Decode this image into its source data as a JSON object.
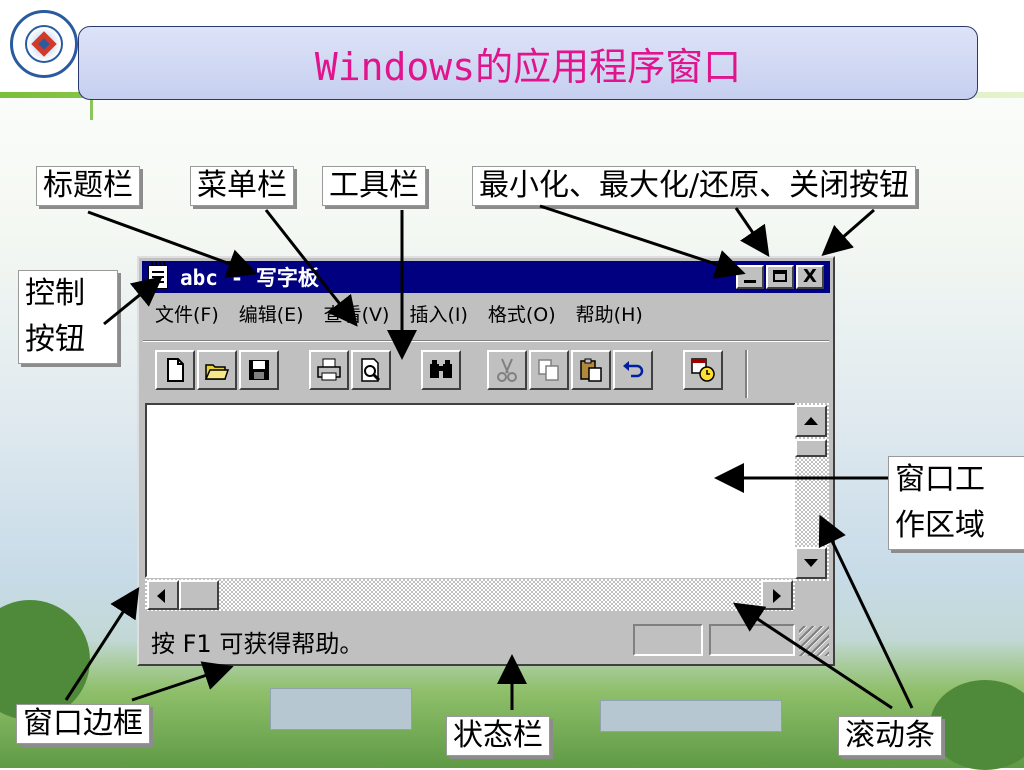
{
  "slide": {
    "title": "Windows的应用程序窗口"
  },
  "labels": {
    "title_bar": "标题栏",
    "menu_bar": "菜单栏",
    "toolbar": "工具栏",
    "window_buttons": "最小化、最大化/还原、关闭按钮",
    "control_button_line1": "控制",
    "control_button_line2": "按钮",
    "work_area_line1": "窗口工",
    "work_area_line2": "作区域",
    "window_border": "窗口边框",
    "status_bar": "状态栏",
    "scroll_bar": "滚动条"
  },
  "window": {
    "title": "abc - 写字板",
    "close_glyph": "X",
    "menu": [
      {
        "label": "文件(F)"
      },
      {
        "label": "编辑(E)"
      },
      {
        "label": "查看(V)"
      },
      {
        "label": "插入(I)"
      },
      {
        "label": "格式(O)"
      },
      {
        "label": "帮助(H)"
      }
    ],
    "toolbar_icons": [
      "new-document-icon",
      "open-folder-icon",
      "save-disk-icon",
      "print-icon",
      "print-preview-icon",
      "find-binoculars-icon",
      "cut-scissors-icon",
      "copy-icon",
      "paste-icon",
      "undo-icon",
      "insert-date-time-icon"
    ],
    "status_text": "按 F1 可获得帮助。"
  },
  "colors": {
    "title_pink": "#e0148c",
    "window_titlebar": "#000080",
    "window_face": "#c0c0c0"
  }
}
